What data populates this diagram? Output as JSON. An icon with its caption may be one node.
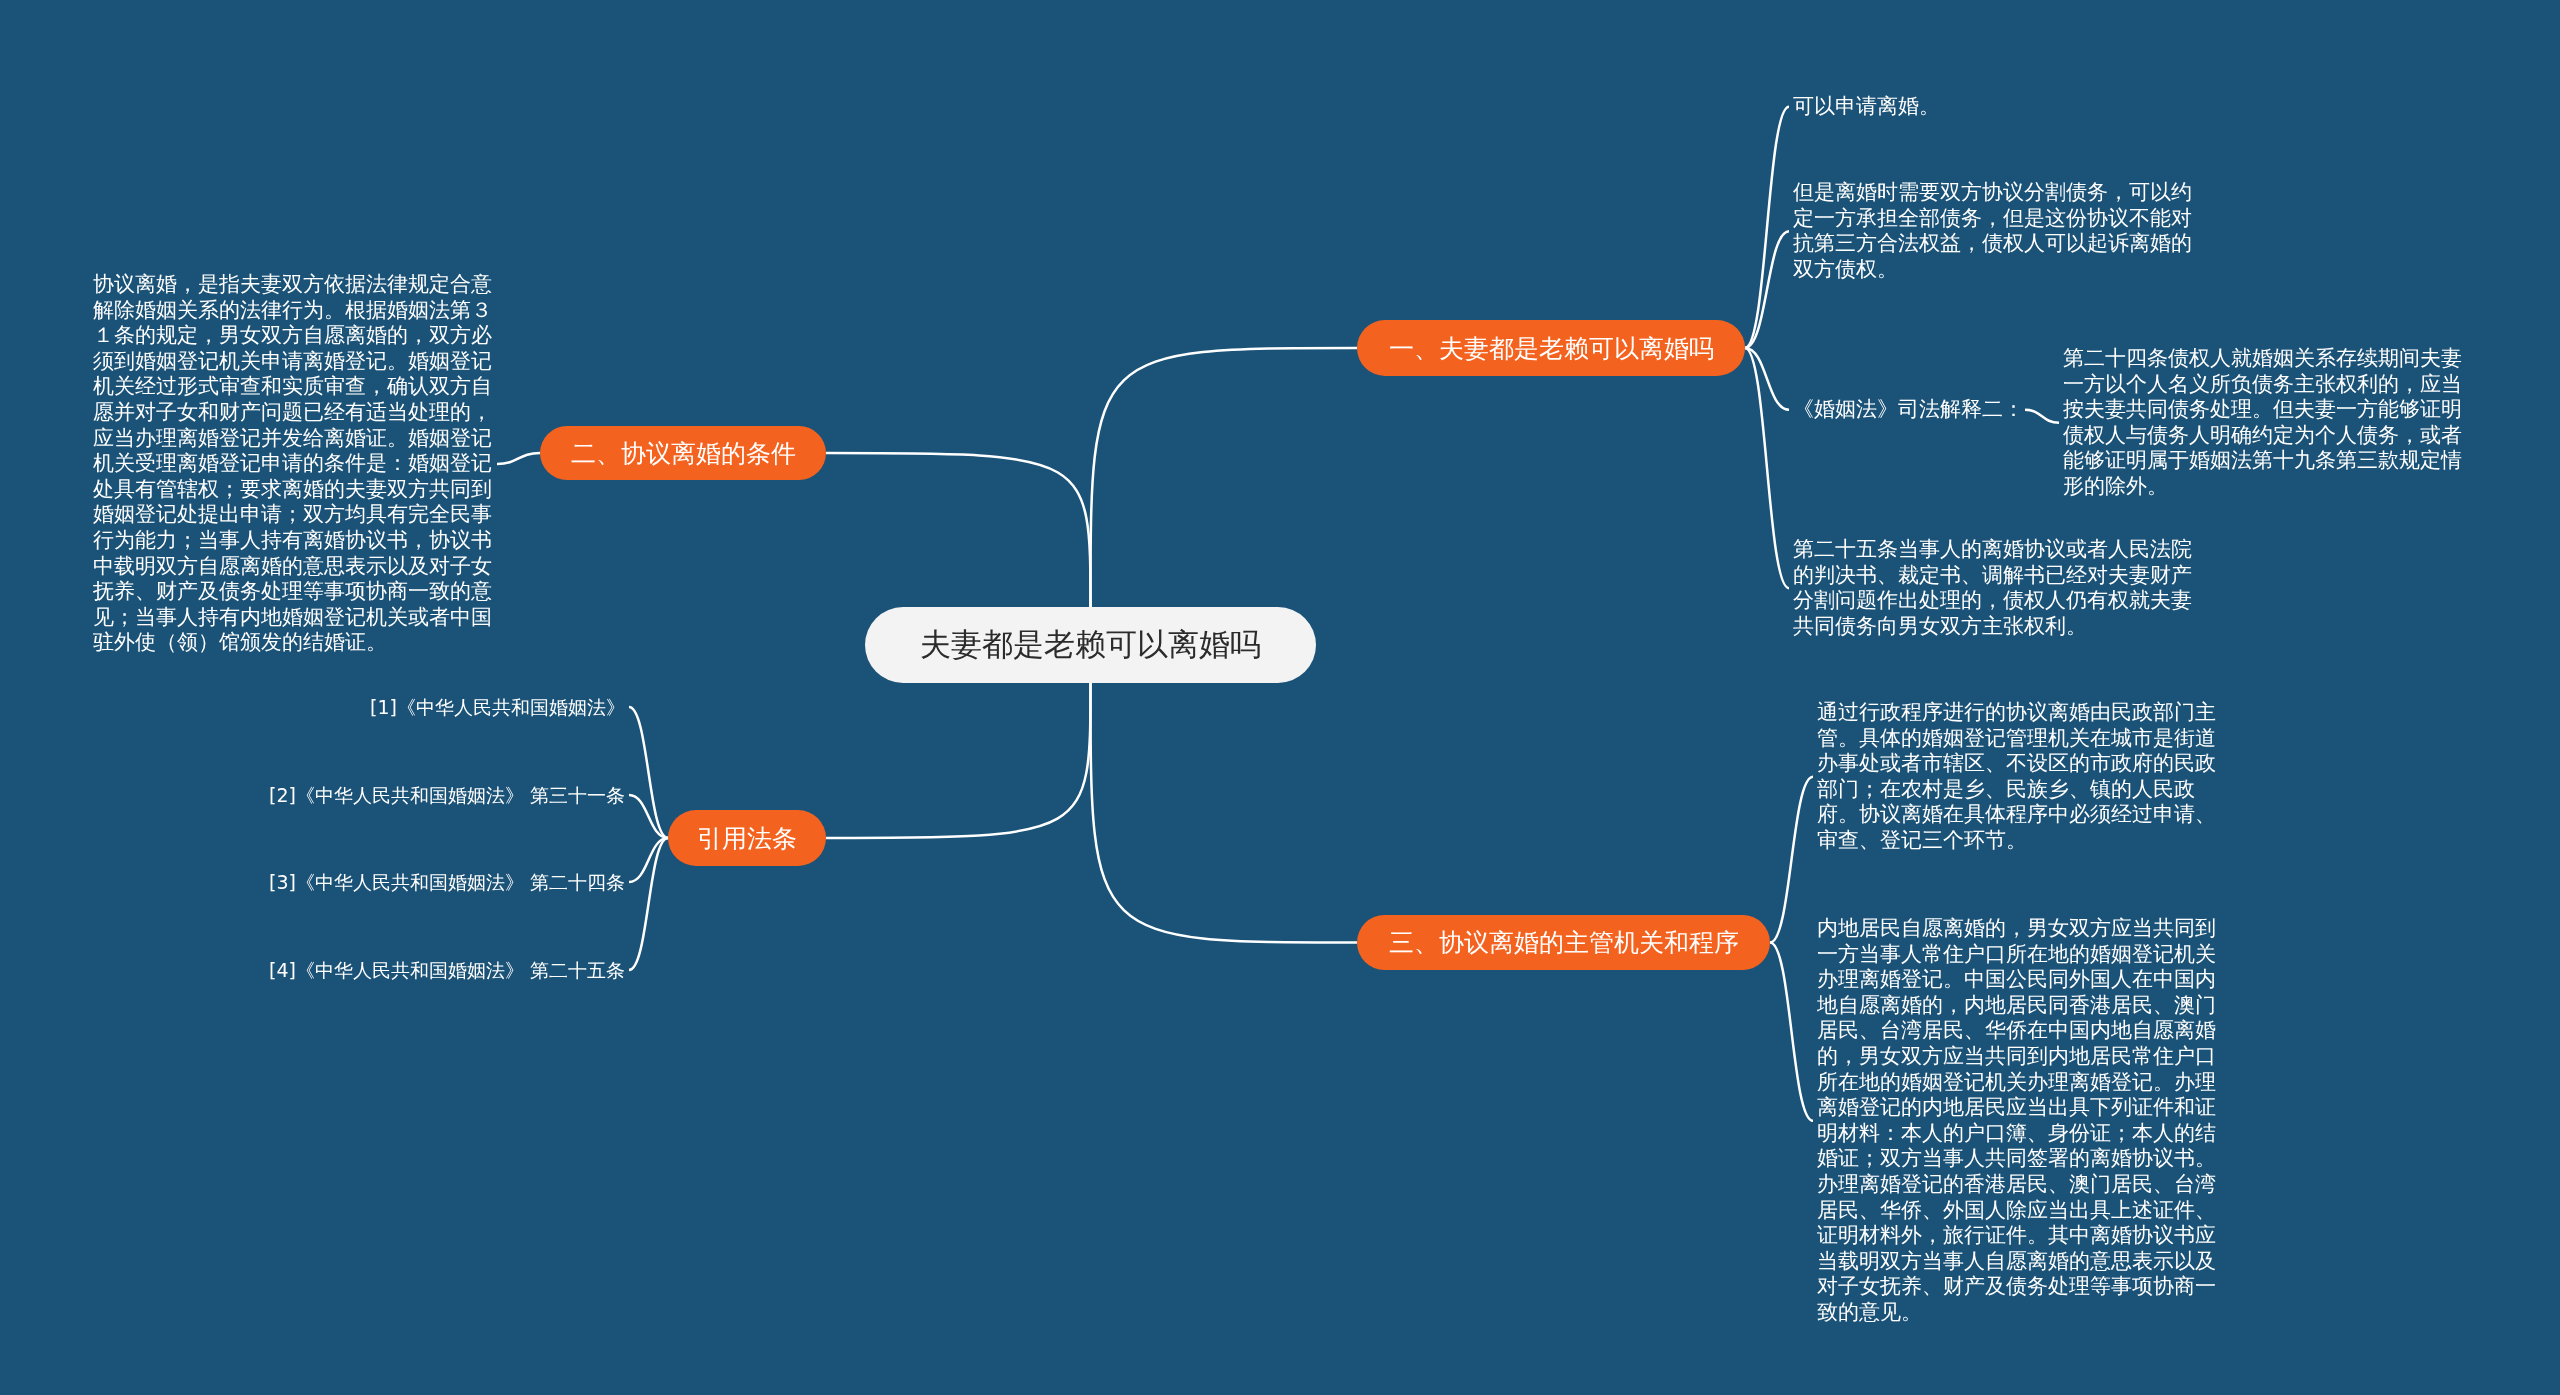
{
  "diagram": {
    "nodes": [
      {
        "text": [
          "夫妻都是老赖可以离婚吗"
        ]
      },
      {
        "text": [
          "一、夫妻都是老赖可以离婚吗"
        ]
      },
      {
        "text": [
          "可以申请离婚。"
        ]
      },
      {
        "text": [
          "但是离婚时需要双方协议分割债务，可以约定一方承担全部债务，但是这份协议不能对抗第三方合法权益，债权人可以起诉离婚的双方债权。"
        ]
      },
      {
        "text": [
          "《婚姻法》司法解释二："
        ]
      },
      {
        "text": [
          "第二十四条债权人就婚姻关系存续期间夫妻一方以个人名义所负债务主张权利的，应当按夫妻共同债务处理。但夫妻一方能够证明债权人与债务人明确约定为个人债务，或者能够证明属于婚姻法第十九条第三款规定情形的除外。"
        ]
      },
      {
        "text": [
          "第二十五条当事人的离婚协议或者人民法院的判决书、裁定书、调解书已经对夫妻财产分割问题作出处理的，债权人仍有权就夫妻共同债务向男女双方主张权利。"
        ]
      },
      {
        "text": [
          "二、协议离婚的条件"
        ]
      },
      {
        "text": [
          "协议离婚，是指夫妻双方依据法律规定合意解除婚姻关系的法律行为。根据婚姻法第３１条的规定，男女双方自愿离婚的，双方必须到婚姻登记机关申请离婚登记。婚姻登记机关经过形式审查和实质审查，确认双方自愿并对子女和财产问题已经有适当处理的，应当办理离婚登记并发给离婚证。婚姻登记机关受理离婚登记申请的条件是：婚姻登记处具有管辖权；要求离婚的夫妻双方共同到婚姻登记处提出申请；双方均具有完全民事行为能力；当事人持有离婚协议书，协议书中载明双方自愿离婚的意思表示以及对子女抚养、财产及债务处理等事项协商一致的意见；当事人持有内地婚姻登记机关或者中国驻外使（领）馆颁发的结婚证。"
        ]
      },
      {
        "text": [
          "引用法条"
        ]
      },
      {
        "text": [
          "[1]《中华人民共和国婚姻法》"
        ]
      },
      {
        "text": [
          "[2]《中华人民共和国婚姻法》 第三十一条"
        ]
      },
      {
        "text": [
          "[3]《中华人民共和国婚姻法》 第二十四条"
        ]
      },
      {
        "text": [
          "[4]《中华人民共和国婚姻法》 第二十五条"
        ]
      },
      {
        "text": [
          "三、协议离婚的主管机关和程序"
        ]
      },
      {
        "text": [
          "通过行政程序进行的协议离婚由民政部门主管。具体的婚姻登记管理机关在城市是街道办事处或者市辖区、不设区的市政府的民政部门；在农村是乡、民族乡、镇的人民政府。协议离婚在具体程序中必须经过申请、审查、登记三个环节。"
        ]
      },
      {
        "text": [
          "内地居民自愿离婚的，男女双方应当共同到一方当事人常住户口所在地的婚姻登记机关办理离婚登记。中国公民同外国人在中国内地自愿离婚的，内地居民同香港居民、澳门居民、台湾居民、华侨在中国内地自愿离婚的，男女双方应当共同到内地居民常住户口所在地的婚姻登记机关办理离婚登记。办理离婚登记的内地居民应当出具下列证件和证明材料：本人的户口簿、身份证；本人的结婚证；双方当事人共同签署的离婚协议书。办理离婚登记的香港居民、澳门居民、台湾居民、华侨、外国人除应当出具上述证件、证明材料外，旅行证件。其中离婚协议书应当载明双方当事人自愿离婚的意思表示以及对子女抚养、财产及债务处理等事项协商一致的意见。"
        ]
      }
    ],
    "edges": [
      {
        "from": 0,
        "to": 1,
        "arrow": "none"
      },
      {
        "from": 1,
        "to": 2,
        "arrow": "none"
      },
      {
        "from": 1,
        "to": 3,
        "arrow": "none"
      },
      {
        "from": 1,
        "to": 4,
        "arrow": "none"
      },
      {
        "from": 4,
        "to": 5,
        "arrow": "none"
      },
      {
        "from": 1,
        "to": 6,
        "arrow": "none"
      },
      {
        "from": 0,
        "to": 7,
        "arrow": "none"
      },
      {
        "from": 7,
        "to": 8,
        "arrow": "none"
      },
      {
        "from": 0,
        "to": 9,
        "arrow": "none"
      },
      {
        "from": 9,
        "to": 10,
        "arrow": "none"
      },
      {
        "from": 9,
        "to": 11,
        "arrow": "none"
      },
      {
        "from": 9,
        "to": 12,
        "arrow": "none"
      },
      {
        "from": 9,
        "to": 13,
        "arrow": "none"
      },
      {
        "from": 0,
        "to": 14,
        "arrow": "none"
      },
      {
        "from": 14,
        "to": 15,
        "arrow": "none"
      },
      {
        "from": 14,
        "to": 16,
        "arrow": "none"
      }
    ]
  }
}
